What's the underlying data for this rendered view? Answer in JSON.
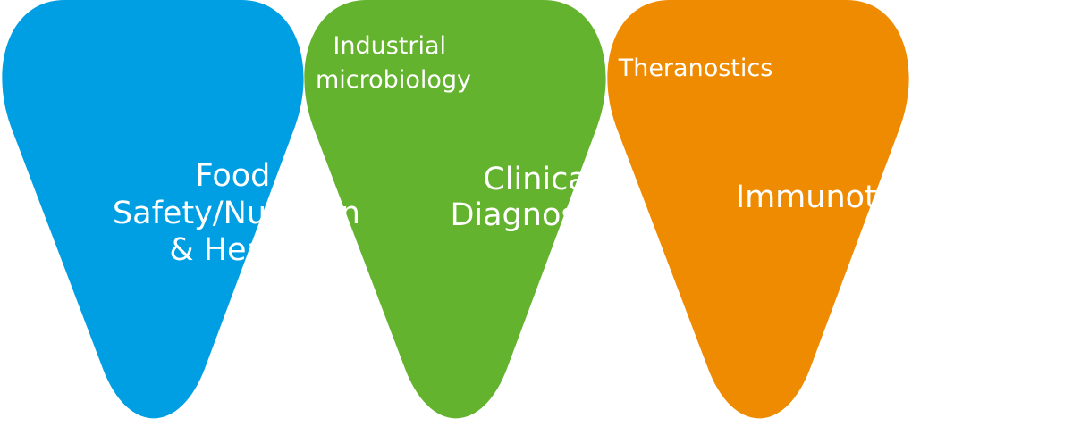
{
  "colors": {
    "food": "#009fe3",
    "clinical": "#64b32e",
    "immuno": "#ef8b00",
    "industrial_overlap": "#009540",
    "theranostics_overlap": "#777532"
  },
  "segments": {
    "food": {
      "lines": [
        "Food",
        "Safety/Nutrition",
        "& Health"
      ]
    },
    "clinical": {
      "lines": [
        "Clinical",
        "Diagnostics"
      ]
    },
    "immuno": {
      "lines": [
        "Immunotherapy"
      ]
    }
  },
  "overlaps": {
    "industrial": {
      "lines": [
        "Industrial",
        "microbiology"
      ]
    },
    "theranostics": {
      "lines": [
        "Theranostics"
      ]
    }
  }
}
